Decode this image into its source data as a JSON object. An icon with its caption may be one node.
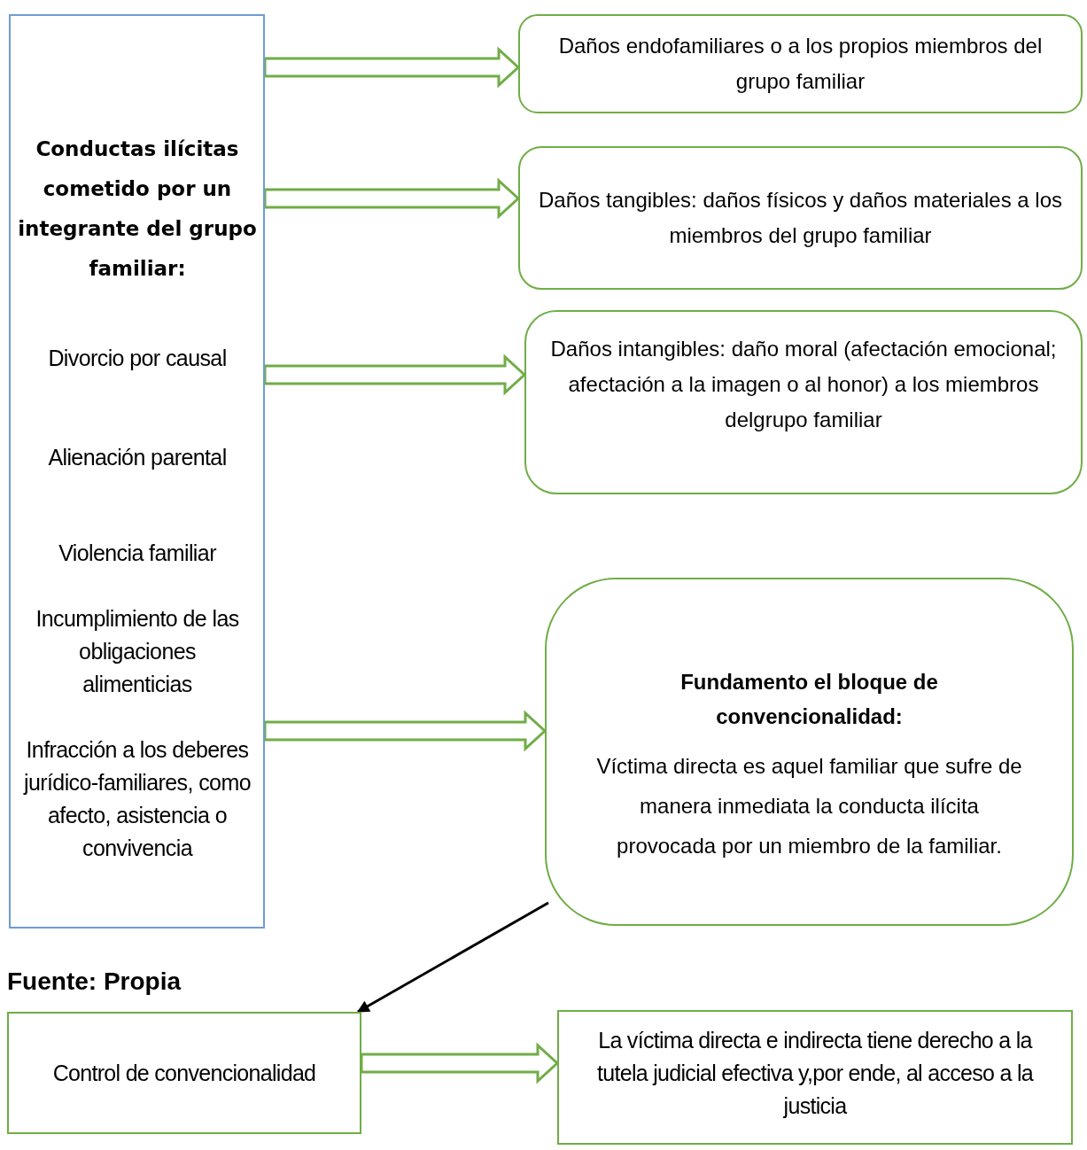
{
  "diagram": {
    "nodes": [
      {
        "text": [
          "Conductas ilícitas cometido por un integrante del grupo familiar:",
          "Divorcio por causal",
          "Alienación parental",
          "Violencia familiar",
          "Incumplimiento de las obligaciones alimenticias",
          "Infracción a los deberes jurídico-familiares, como afecto, asistencia o convivencia"
        ]
      },
      {
        "text": [
          "Daños endofamiliares o a los propios miembros del grupo familiar"
        ]
      },
      {
        "text": [
          "Daños tangibles: daños físicos y daños materiales a los miembros del grupo familiar"
        ]
      },
      {
        "text": [
          "Daños intangibles: daño moral (afectación emocional; afectación a la imagen o al honor) a los miembros delgrupo familiar"
        ]
      },
      {
        "text": [
          "Fundamento el bloque de convencionalidad:",
          "Víctima directa es aquel familiar que sufre de manera inmediata la conducta ilícita provocada por un miembro de la familiar."
        ]
      },
      {
        "text": [
          "Control de convencionalidad"
        ]
      },
      {
        "text": [
          "La víctima directa e indirecta tiene derecho a la tutela judicial efectiva y,por ende, al acceso a la justicia"
        ]
      }
    ],
    "edges": [
      {
        "from": 0,
        "to": 1,
        "arrow": "to",
        "style": "thick"
      },
      {
        "from": 0,
        "to": 2,
        "arrow": "to",
        "style": "thick"
      },
      {
        "from": 0,
        "to": 3,
        "arrow": "to",
        "style": "thick"
      },
      {
        "from": 0,
        "to": 4,
        "arrow": "to",
        "style": "thick"
      },
      {
        "from": 4,
        "to": 5,
        "arrow": "to",
        "color": "#000000"
      },
      {
        "from": 5,
        "to": 6,
        "arrow": "to",
        "style": "thick"
      }
    ],
    "labels": [
      "Fuente: Propia"
    ]
  }
}
